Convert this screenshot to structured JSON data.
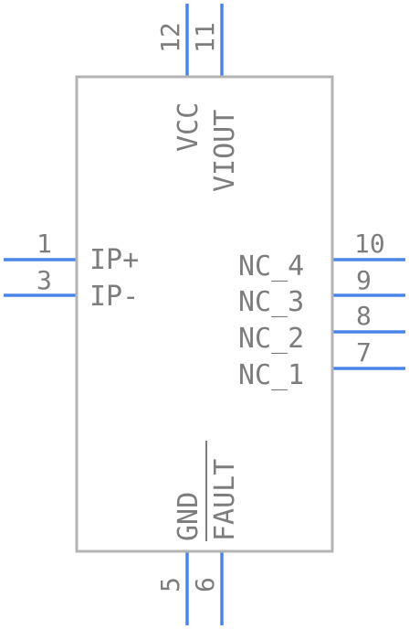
{
  "component": {
    "top_pins": [
      {
        "number": "12",
        "name": "VCC"
      },
      {
        "number": "11",
        "name": "VIOUT"
      }
    ],
    "left_pins": [
      {
        "number": "1",
        "name": "IP+"
      },
      {
        "number": "3",
        "name": "IP-"
      }
    ],
    "right_pins": [
      {
        "number": "10",
        "name": "NC_4"
      },
      {
        "number": "9",
        "name": "NC_3"
      },
      {
        "number": "8",
        "name": "NC_2"
      },
      {
        "number": "7",
        "name": "NC_1"
      }
    ],
    "bottom_pins": [
      {
        "number": "5",
        "name": "GND"
      },
      {
        "number": "6",
        "name": "FAULT",
        "overbar": true
      }
    ]
  },
  "colors": {
    "pin": "#4a86e8",
    "outline": "#b4b4b4",
    "text": "#7d7d7d"
  }
}
